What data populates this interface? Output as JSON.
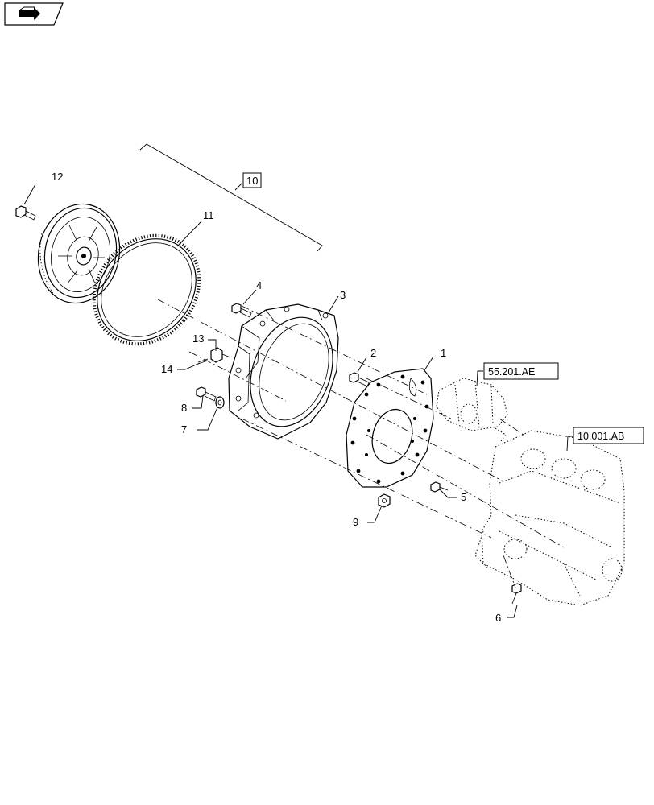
{
  "callouts": {
    "c1": "1",
    "c2": "2",
    "c3": "3",
    "c4": "4",
    "c5": "5",
    "c6": "6",
    "c7": "7",
    "c8": "8",
    "c9": "9",
    "c10": "10",
    "c11": "11",
    "c12": "12",
    "c13": "13",
    "c14": "14"
  },
  "references": {
    "starter": "55.201.AE",
    "engine_block": "10.001.AB"
  },
  "icons": {
    "nav": "arrow-next-icon"
  }
}
